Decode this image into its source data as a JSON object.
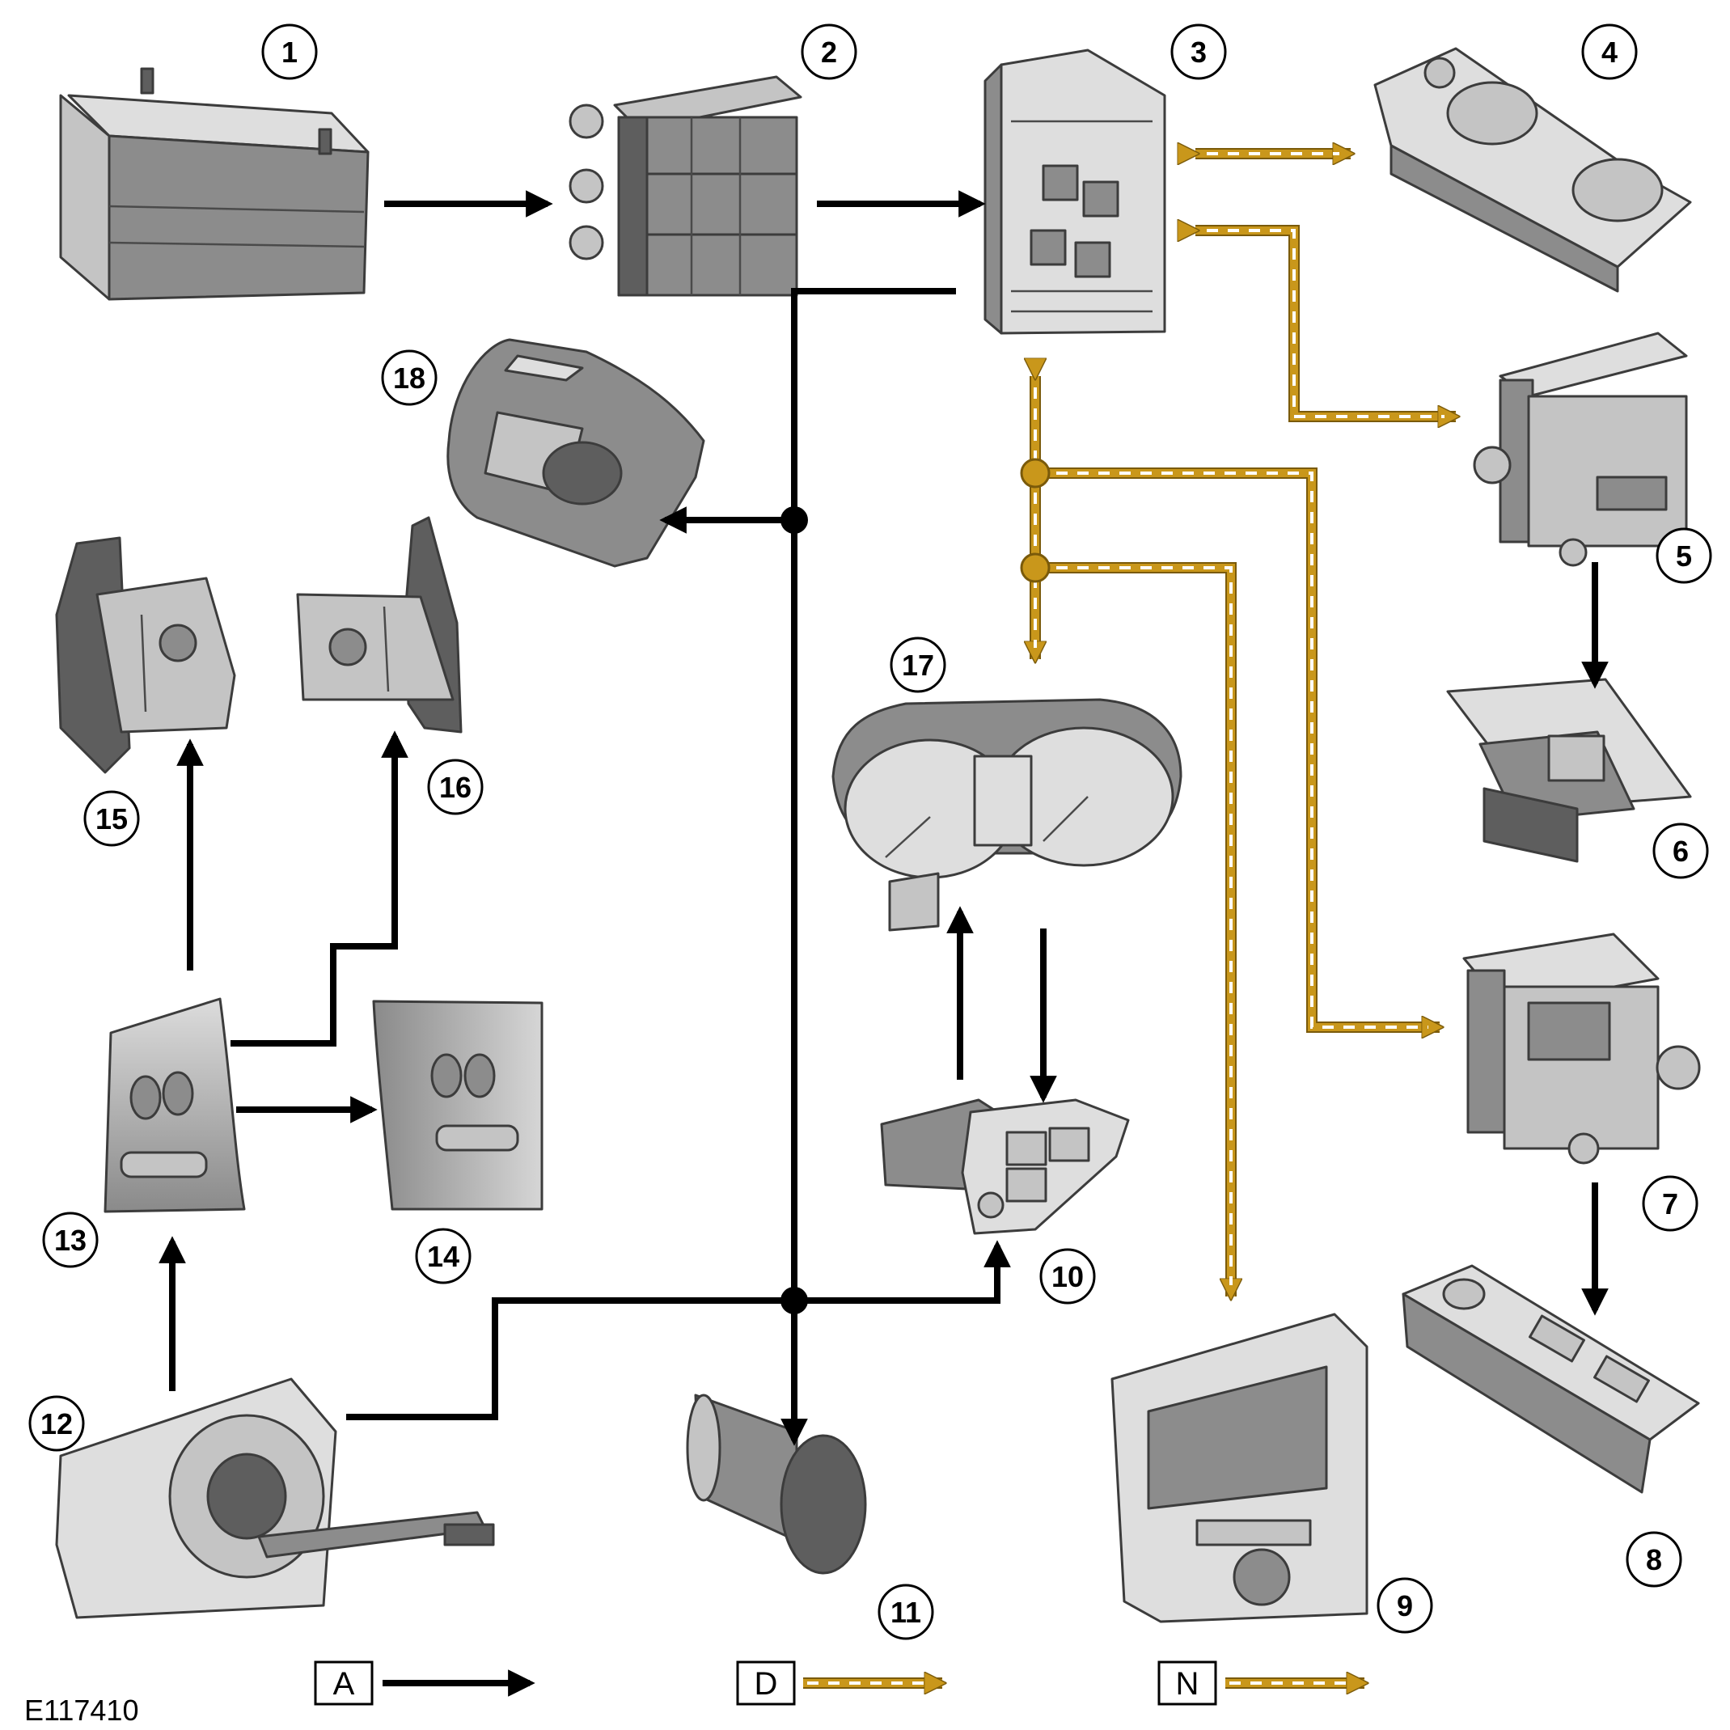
{
  "figure_id": "E117410",
  "colors": {
    "hardwired": "#000000",
    "data_bus_fill": "#c9971b",
    "data_bus_dash": "#ffffff",
    "component_base": "#9a9a9a"
  },
  "components": [
    {
      "callout": "1",
      "icon": "battery-icon"
    },
    {
      "callout": "2",
      "icon": "megafuse-block-icon"
    },
    {
      "callout": "3",
      "icon": "fuse-box-icon"
    },
    {
      "callout": "4",
      "icon": "control-panel-icon"
    },
    {
      "callout": "5",
      "icon": "control-module-icon"
    },
    {
      "callout": "6",
      "icon": "window-switch-icon"
    },
    {
      "callout": "7",
      "icon": "control-module-icon"
    },
    {
      "callout": "8",
      "icon": "window-switch-pack-icon"
    },
    {
      "callout": "9",
      "icon": "touch-screen-display-icon"
    },
    {
      "callout": "10",
      "icon": "switch-pod-icon"
    },
    {
      "callout": "11",
      "icon": "push-button-switch-icon"
    },
    {
      "callout": "12",
      "icon": "clockspring-icon"
    },
    {
      "callout": "13",
      "icon": "steering-wheel-switch-left-icon"
    },
    {
      "callout": "14",
      "icon": "steering-wheel-switch-right-icon"
    },
    {
      "callout": "15",
      "icon": "paddle-shifter-left-icon"
    },
    {
      "callout": "16",
      "icon": "paddle-shifter-right-icon"
    },
    {
      "callout": "17",
      "icon": "instrument-cluster-icon"
    },
    {
      "callout": "18",
      "icon": "overhead-console-icon"
    }
  ],
  "legend": [
    {
      "key": "A",
      "line_style": "hardwired-arrow"
    },
    {
      "key": "D",
      "line_style": "data-bus-arrow"
    },
    {
      "key": "N",
      "line_style": "data-bus-arrow"
    }
  ]
}
